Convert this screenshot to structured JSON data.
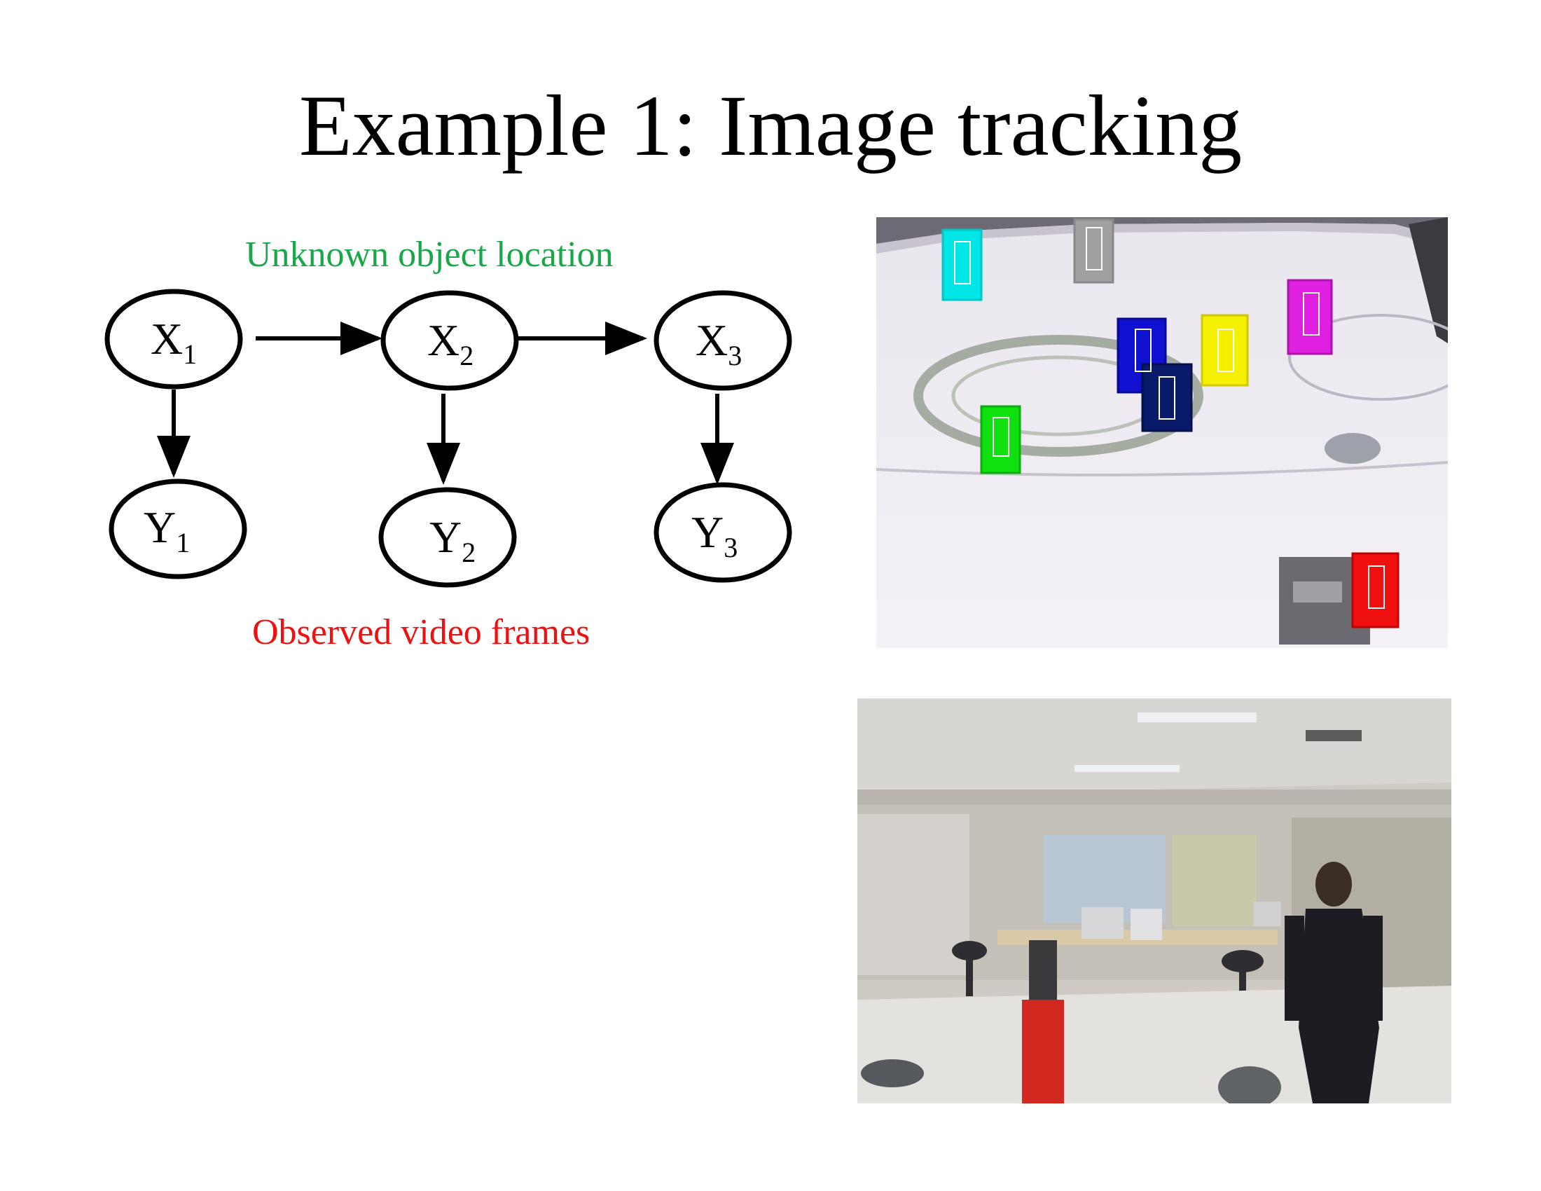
{
  "title": "Example 1: Image tracking",
  "captions": {
    "hidden": "Unknown object location",
    "observed": "Observed video frames"
  },
  "nodes": {
    "x1": {
      "base": "X",
      "sub": "1"
    },
    "x2": {
      "base": "X",
      "sub": "2"
    },
    "x3": {
      "base": "X",
      "sub": "3"
    },
    "y1": {
      "base": "Y",
      "sub": "1"
    },
    "y2": {
      "base": "Y",
      "sub": "2"
    },
    "y3": {
      "base": "Y",
      "sub": "3"
    }
  },
  "edges": [
    {
      "from": "X1",
      "to": "X2"
    },
    {
      "from": "X2",
      "to": "X3"
    },
    {
      "from": "X1",
      "to": "Y1"
    },
    {
      "from": "X2",
      "to": "Y2"
    },
    {
      "from": "X3",
      "to": "Y3"
    }
  ],
  "colors": {
    "hidden_caption": "#18a84a",
    "observed_caption": "#ee1111",
    "tracker_boxes": [
      "#00e5e5",
      "#9a9a9a",
      "#1010d0",
      "#0a1a6a",
      "#f5ef00",
      "#e020e0",
      "#10e010",
      "#f01010"
    ]
  }
}
